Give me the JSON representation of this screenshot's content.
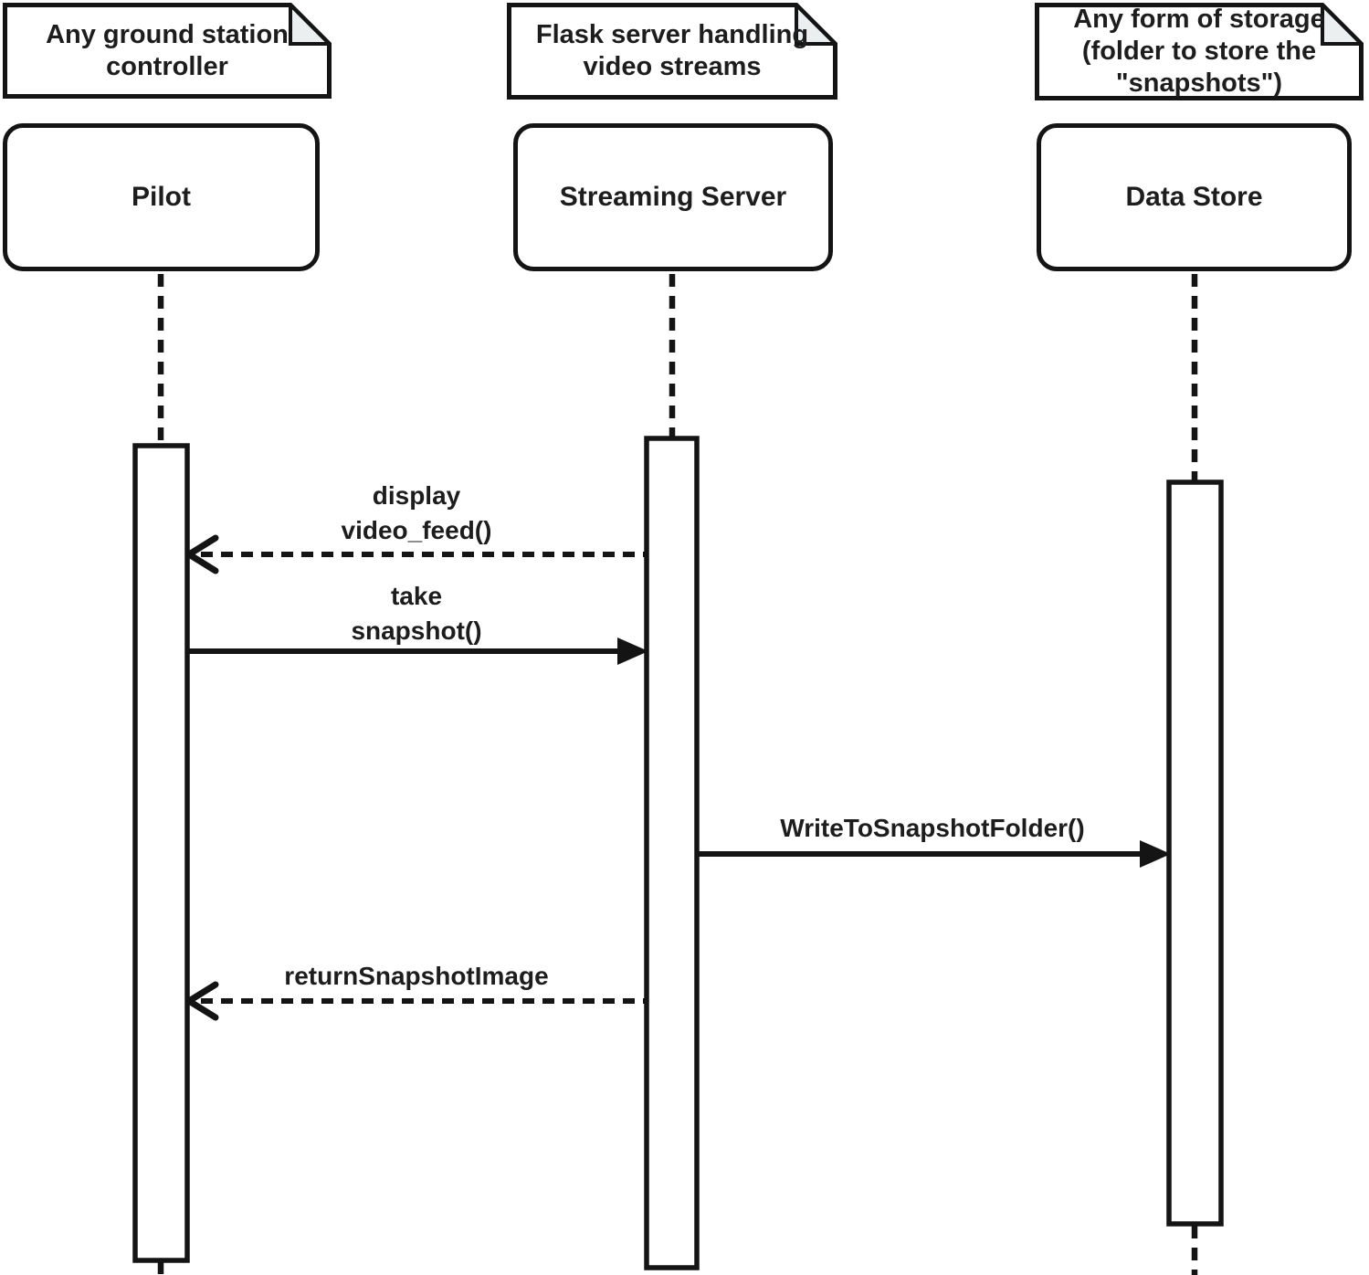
{
  "diagram": {
    "type": "uml-sequence-diagram",
    "colors": {
      "line": "#141414",
      "text": "#1d1d1d",
      "shape_fill": "#ffffff",
      "note_fold_fill": "#ebeff0",
      "background": "#ffffff"
    }
  },
  "notes": [
    {
      "text": "Any ground station\ncontroller",
      "attached_to": "Pilot"
    },
    {
      "text": "Flask server handling\nvideo streams",
      "attached_to": "Streaming Server"
    },
    {
      "text": "Any form of storage\n(folder to store the\n\"snapshots\")",
      "attached_to": "Data Store"
    }
  ],
  "participants": [
    {
      "name": "Pilot"
    },
    {
      "name": "Streaming Server"
    },
    {
      "name": "Data Store"
    }
  ],
  "messages": [
    {
      "label": "display\nvideo_feed()",
      "from": "Streaming Server",
      "to": "Pilot",
      "line_style": "dashed",
      "arrowhead": "open",
      "direction": "left"
    },
    {
      "label": "take\nsnapshot()",
      "from": "Pilot",
      "to": "Streaming Server",
      "line_style": "solid",
      "arrowhead": "filled",
      "direction": "right"
    },
    {
      "label": "WriteToSnapshotFolder()",
      "from": "Streaming Server",
      "to": "Data Store",
      "line_style": "solid",
      "arrowhead": "filled",
      "direction": "right"
    },
    {
      "label": "returnSnapshotImage",
      "from": "Streaming Server",
      "to": "Pilot",
      "line_style": "dashed",
      "arrowhead": "open",
      "direction": "left"
    }
  ]
}
